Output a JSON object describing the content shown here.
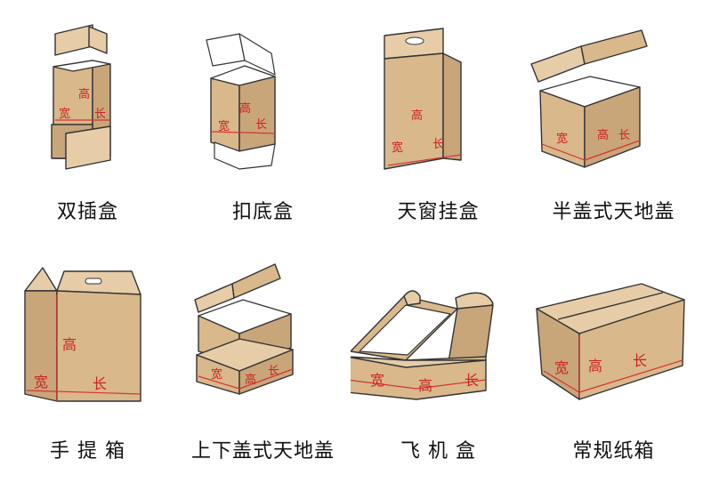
{
  "boxes": [
    {
      "caption": "双插盒",
      "labels": {
        "height": "高",
        "width": "宽",
        "length": "长"
      }
    },
    {
      "caption": "扣底盒",
      "labels": {
        "height": "高",
        "width": "宽",
        "length": "长"
      }
    },
    {
      "caption": "天窗挂盒",
      "labels": {
        "height": "高",
        "width": "宽",
        "length": "长"
      }
    },
    {
      "caption": "半盖式天地盖",
      "labels": {
        "height": "高",
        "width": "宽",
        "length": "长"
      }
    },
    {
      "caption": "手 提 箱",
      "labels": {
        "height": "高",
        "width": "宽",
        "length": "长"
      }
    },
    {
      "caption": "上下盖式天地盖",
      "labels": {
        "height": "高",
        "width": "宽",
        "length": "长"
      }
    },
    {
      "caption": "飞 机 盒",
      "labels": {
        "height": "高",
        "width": "宽",
        "length": "长"
      }
    },
    {
      "caption": "常规纸箱",
      "labels": {
        "height": "高",
        "width": "宽",
        "length": "长"
      }
    }
  ],
  "colors": {
    "cardboard": "#d9b88b",
    "dimension_line": "#d83333",
    "outline": "#333333"
  }
}
